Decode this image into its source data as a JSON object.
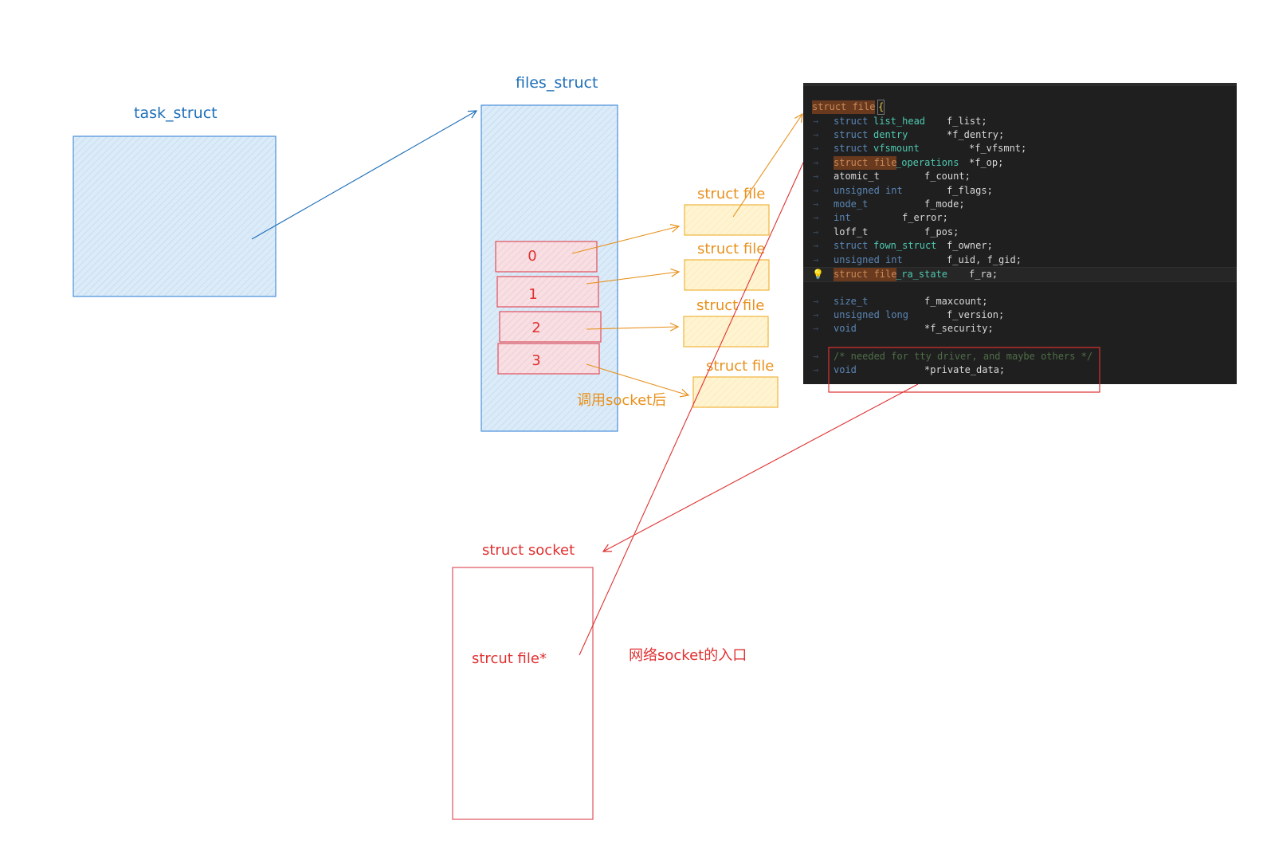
{
  "labels": {
    "task_struct": "task_struct",
    "files_struct": "files_struct",
    "struct_file": "struct file",
    "after_socket": "调用socket后",
    "struct_socket": "struct socket",
    "socket_field": "strcut file*",
    "socket_entry": "网络socket的入口"
  },
  "fd_entries": [
    "0",
    "1",
    "2",
    "3"
  ],
  "code": {
    "l1": {
      "a": "struct file",
      "b": "{"
    },
    "l2": {
      "kw": "struct",
      "ty": "list_head",
      "id": "f_list;"
    },
    "l3": {
      "kw": "struct",
      "ty": "dentry",
      "id": "*f_dentry;"
    },
    "l4": {
      "kw": "struct",
      "ty": "vfsmount",
      "id": "*f_vfsmnt;"
    },
    "l5": {
      "sf": "struct file",
      "ty": "_operations",
      "id": "*f_op;"
    },
    "l6": {
      "ty": "atomic_t",
      "id": "f_count;"
    },
    "l7": {
      "ty": "unsigned int",
      "id": "f_flags;"
    },
    "l8": {
      "ty": "mode_t",
      "id": "f_mode;"
    },
    "l9": {
      "ty": "int",
      "id": "f_error;"
    },
    "l10": {
      "ty": "loff_t",
      "id": "f_pos;"
    },
    "l11": {
      "kw": "struct",
      "ty": "fown_struct",
      "id": "f_owner;"
    },
    "l12": {
      "ty": "unsigned int",
      "id": "f_uid, f_gid;"
    },
    "l13": {
      "sf": "struct file",
      "ty": "_ra_state",
      "id": "f_ra;"
    },
    "l14": {
      "ty": "size_t",
      "id": "f_maxcount;"
    },
    "l15": {
      "ty": "unsigned long",
      "id": "f_version;"
    },
    "l16": {
      "ty": "void",
      "id": "*f_security;"
    },
    "l17": {
      "cm": "/* needed for tty driver, and maybe others */"
    },
    "l18": {
      "ty": "void",
      "id": "*private_data;"
    }
  },
  "colors": {
    "blue": "#1e6fb8",
    "blue_fill": "#dbeefb",
    "orange": "#e8911c",
    "orange_fill": "#fff3cc",
    "red": "#e03131",
    "red_fill": "#f9dde0"
  },
  "icons": {
    "bulb": "lightbulb-icon"
  }
}
